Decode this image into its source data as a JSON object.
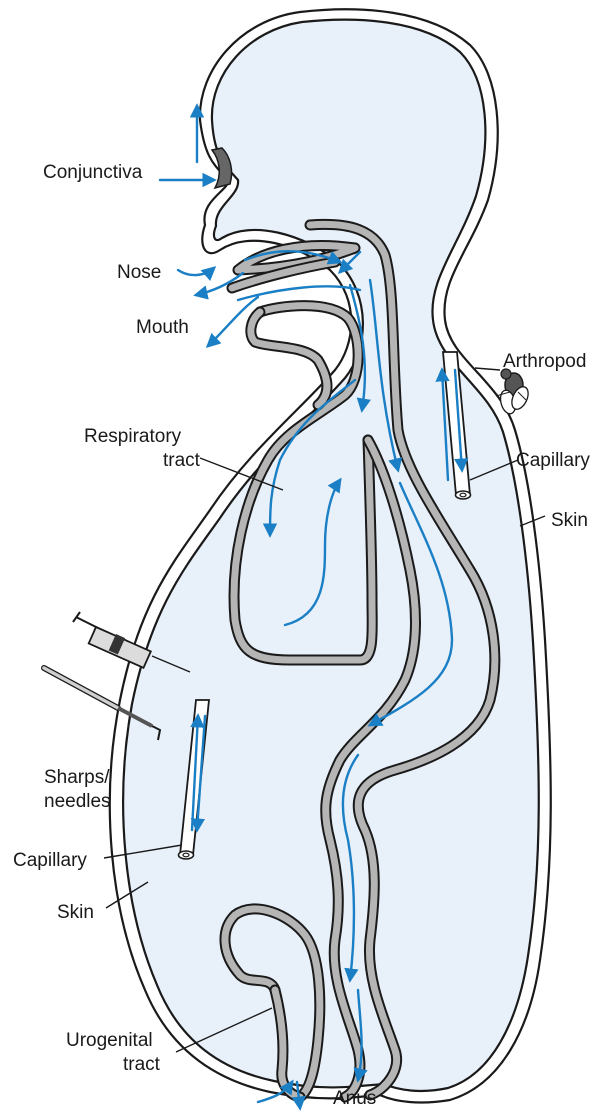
{
  "labels": {
    "conjunctiva": "Conjunctiva",
    "nose": "Nose",
    "mouth": "Mouth",
    "arthropod": "Arthropod",
    "capillary_right": "Capillary",
    "skin_right": "Skin",
    "respiratory_1": "Respiratory",
    "respiratory_2": "tract",
    "sharps_1": "Sharps/",
    "sharps_2": "needles",
    "capillary_left": "Capillary",
    "skin_left": "Skin",
    "urogenital_1": "Urogenital",
    "urogenital_2": "tract",
    "anus": "Anus"
  },
  "colors": {
    "body_fill": "#e8f0fa",
    "outline": "#1a1a1a",
    "tract_wall": "#b5b5b5",
    "flow_arrow": "#1a7fc4",
    "conjunctiva_patch": "#666666"
  }
}
